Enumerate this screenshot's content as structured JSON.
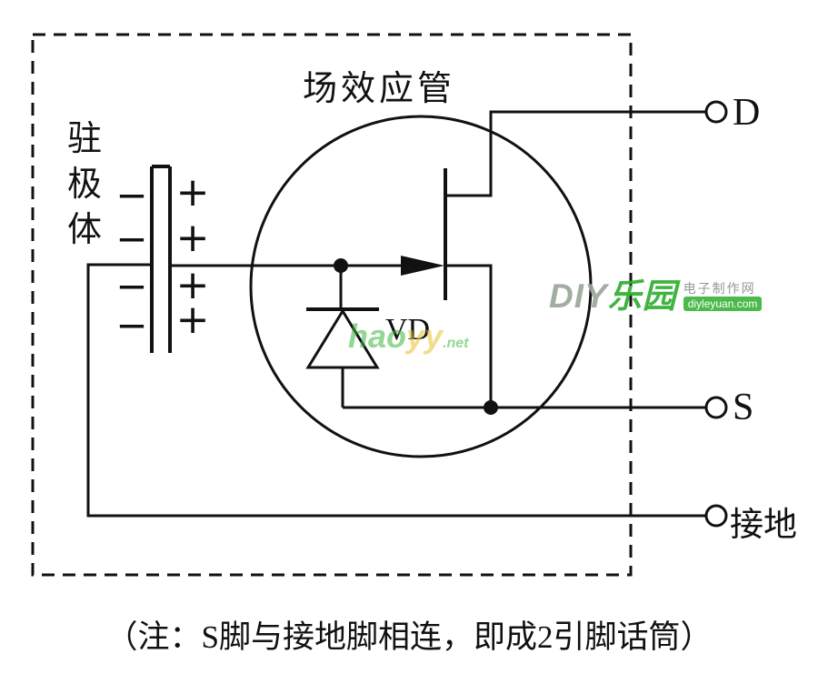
{
  "diagram": {
    "fet_label": "场效应管",
    "electret_label": "驻极体",
    "diode_label": "VD",
    "terminals": {
      "drain": "D",
      "source": "S",
      "ground": "接地"
    },
    "charges": {
      "minus": [
        "−",
        "−",
        "−",
        "−"
      ],
      "plus": [
        "+",
        "+",
        "+",
        "+"
      ]
    }
  },
  "caption": "（注：S脚与接地脚相连，即成2引脚话筒）",
  "watermarks": {
    "diy": {
      "brand_en": "DIY",
      "brand_cn": "乐园",
      "site": "电子制作网",
      "url": "diyleyuan.com"
    },
    "hao": {
      "name": "hao",
      "name2": "yy",
      "tld": ".net"
    }
  },
  "colors": {
    "line": "#111111",
    "watermark_green": "#3cb53c",
    "watermark_yellow": "#e6c42f"
  }
}
